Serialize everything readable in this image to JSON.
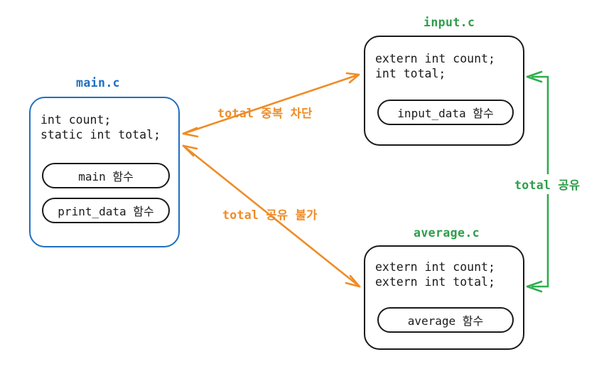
{
  "diagram": {
    "title_colors": {
      "main_blue": "#1f6fc0",
      "file_green": "#2e9e4a",
      "link_green": "#2eae4e",
      "arrow_orange": "#ef8c26",
      "box_black": "#1a1a1a"
    },
    "files": [
      {
        "id": "main",
        "label": "main.c",
        "declarations": "int count;\nstatic int total;",
        "functions": [
          "main 함수",
          "print_data 함수"
        ]
      },
      {
        "id": "input",
        "label": "input.c",
        "declarations": "extern int count;\nint total;",
        "functions": [
          "input_data 함수"
        ]
      },
      {
        "id": "average",
        "label": "average.c",
        "declarations": "extern int count;\nextern int total;",
        "functions": [
          "average 함수"
        ]
      }
    ],
    "annotations": [
      {
        "id": "dup-block",
        "text": "total 중복 차단",
        "color": "orange"
      },
      {
        "id": "no-share",
        "text": "total 공유 불가",
        "color": "orange"
      },
      {
        "id": "share",
        "text": "total 공유",
        "color": "green"
      }
    ]
  }
}
